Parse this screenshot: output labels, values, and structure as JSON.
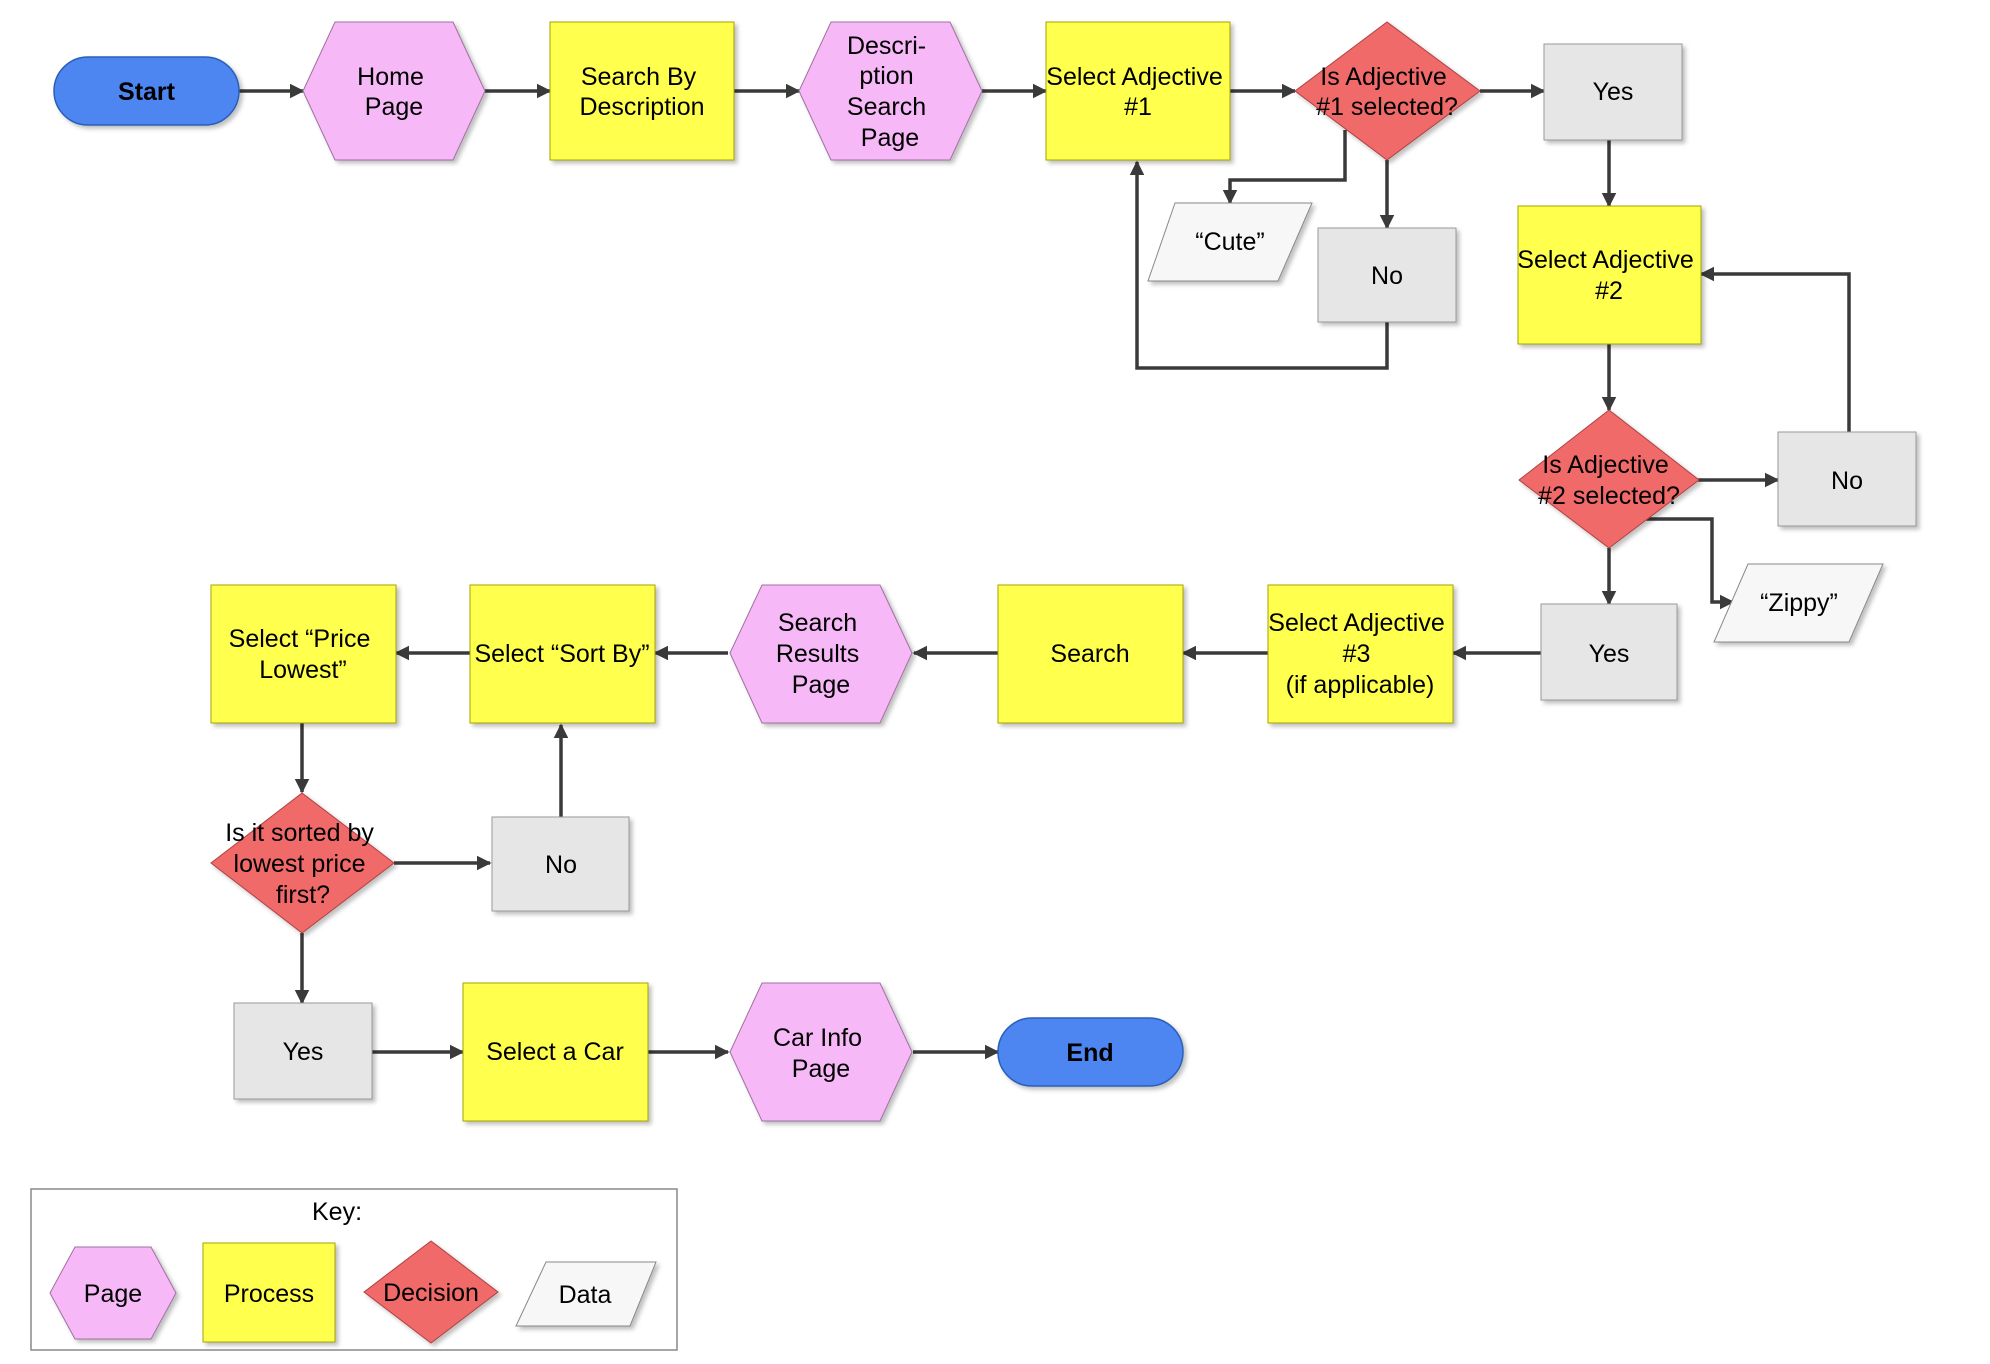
{
  "colors": {
    "page": "#f7b8f7",
    "process": "#ffff4d",
    "decision": "#f06b6b",
    "answer": "#e6e6e6",
    "data": "#f7f7f7",
    "terminal": "#4d86f0",
    "edge": "#3a3a3a"
  },
  "nodes": {
    "start": "Start",
    "home_page": [
      "Home",
      "Page"
    ],
    "search_by_description": [
      "Search By",
      "Description"
    ],
    "description_search_page": [
      "Descri-",
      "ption",
      "Search",
      "Page"
    ],
    "select_adj1": [
      "Select Adjective",
      "#1"
    ],
    "is_adj1_selected": [
      "Is Adjective",
      "#1 selected?"
    ],
    "yes_1": "Yes",
    "cute": "“Cute”",
    "no_1": "No",
    "select_adj2": [
      "Select Adjective",
      "#2"
    ],
    "is_adj2_selected": [
      "Is Adjective",
      "#2 selected?"
    ],
    "no_2": "No",
    "yes_2": "Yes",
    "zippy": "“Zippy”",
    "select_adj3": [
      "Select Adjective",
      "#3",
      "(if applicable)"
    ],
    "search": "Search",
    "search_results_page": [
      "Search",
      "Results",
      "Page"
    ],
    "select_sort_by": "Select “Sort By”",
    "select_price_lowest": [
      "Select “Price",
      "Lowest”"
    ],
    "is_sorted": [
      "Is it sorted by",
      "lowest price",
      "first?"
    ],
    "no_3": "No",
    "yes_3": "Yes",
    "select_a_car": "Select a Car",
    "car_info_page": [
      "Car Info",
      "Page"
    ],
    "end": "End"
  },
  "legend": {
    "title": "Key:",
    "page": "Page",
    "process": "Process",
    "decision": "Decision",
    "data": "Data"
  }
}
